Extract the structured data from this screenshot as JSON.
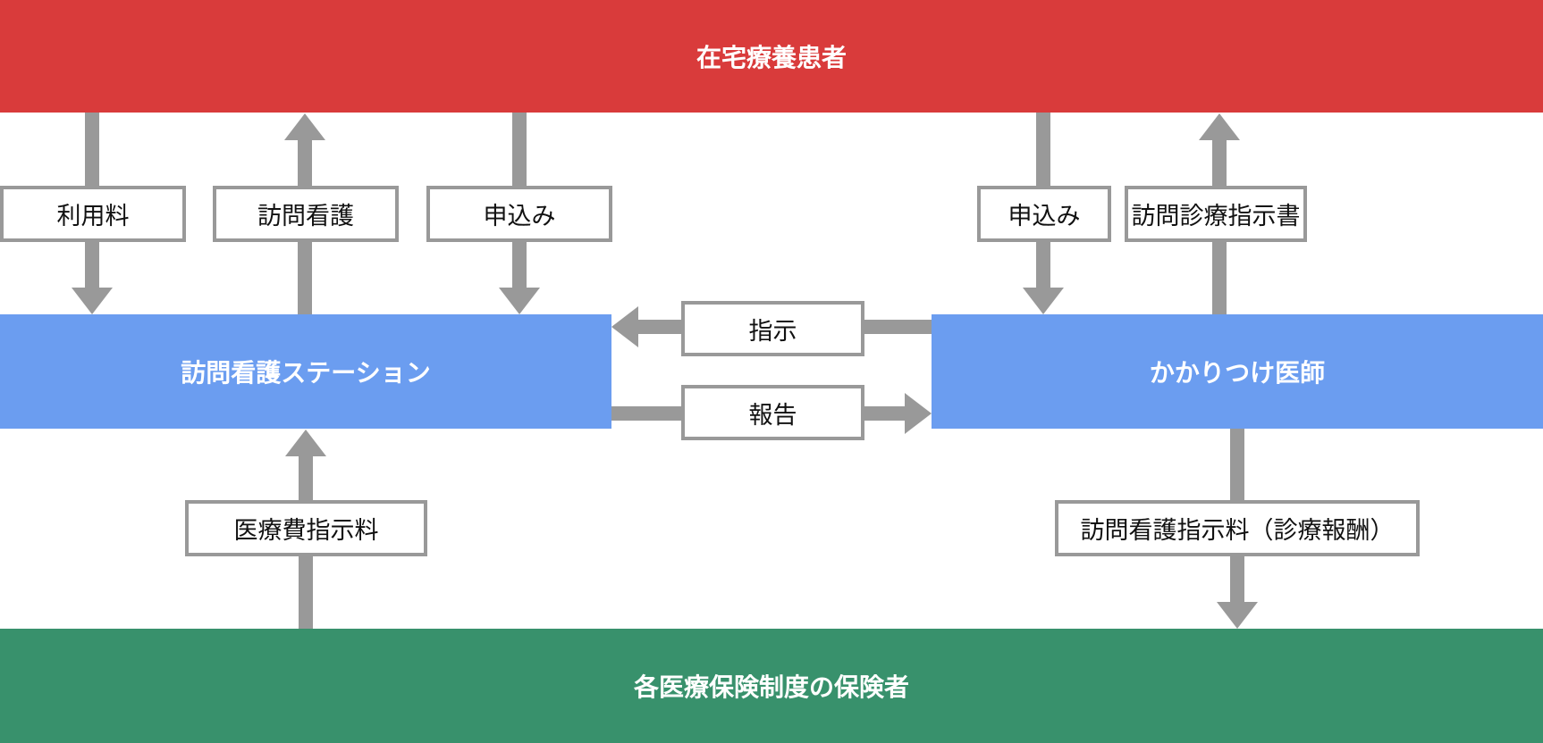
{
  "entities": {
    "patient": {
      "label": "在宅療養患者"
    },
    "nursing_station": {
      "label": "訪問看護ステーション"
    },
    "doctor": {
      "label": "かかりつけ医師"
    },
    "insurer": {
      "label": "各医療保険制度の保険者"
    }
  },
  "arrows": [
    {
      "label": "利用料",
      "from": "patient",
      "to": "nursing_station",
      "direction": "down"
    },
    {
      "label": "訪問看護",
      "from": "nursing_station",
      "to": "patient",
      "direction": "up"
    },
    {
      "label": "申込み",
      "from": "patient",
      "to": "nursing_station",
      "direction": "down"
    },
    {
      "label": "申込み",
      "from": "patient",
      "to": "doctor",
      "direction": "down"
    },
    {
      "label": "訪問診療指示書",
      "from": "doctor",
      "to": "patient",
      "direction": "up"
    },
    {
      "label": "指示",
      "from": "doctor",
      "to": "nursing_station",
      "direction": "left"
    },
    {
      "label": "報告",
      "from": "nursing_station",
      "to": "doctor",
      "direction": "right"
    },
    {
      "label": "医療費指示料",
      "from": "insurer",
      "to": "nursing_station",
      "direction": "up"
    },
    {
      "label": "訪問看護指示料（診療報酬）",
      "from": "doctor",
      "to": "insurer",
      "direction": "down"
    }
  ],
  "colors": {
    "patient": "#D93B3B",
    "nursing_station": "#6B9DF0",
    "doctor": "#6B9DF0",
    "insurer": "#38916C",
    "arrow": "#999999"
  }
}
